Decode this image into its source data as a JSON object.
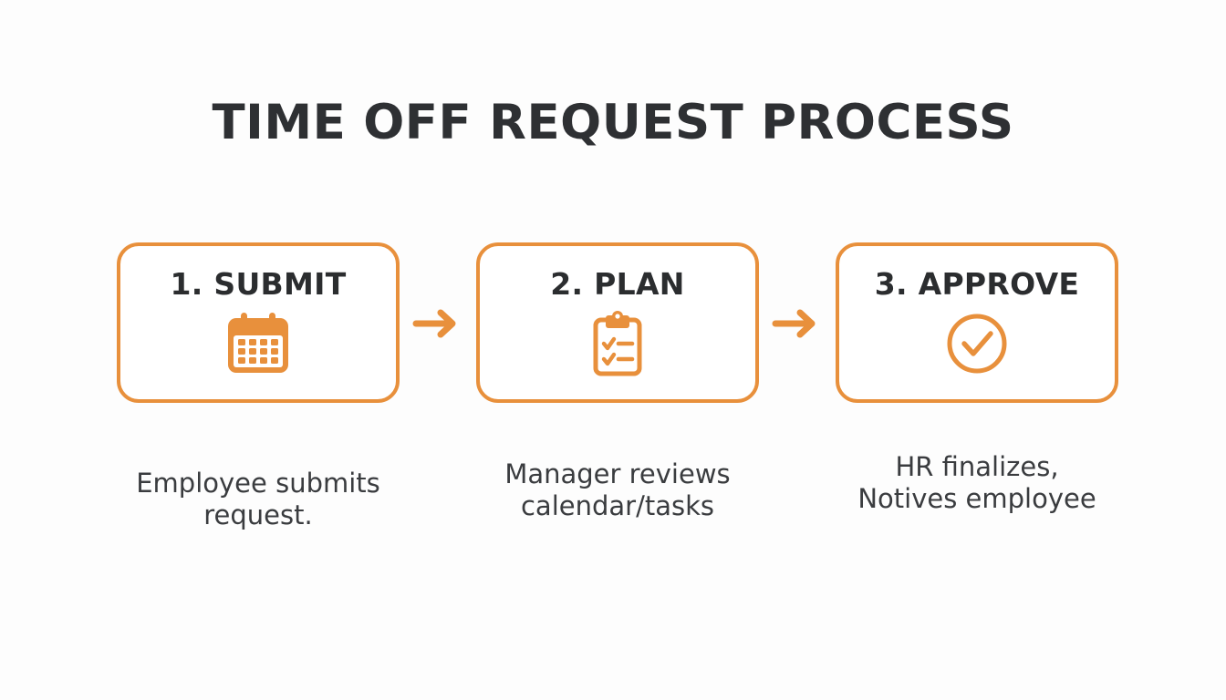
{
  "page": {
    "title": "TIME OFF REQUEST PROCESS",
    "background_color": "#fdfdfd",
    "accent_color": "#e8903c",
    "text_color": "#2e3033"
  },
  "flow": {
    "steps": [
      {
        "title": "1. SUBMIT",
        "icon": "calendar-icon",
        "caption_line1": "Employee submits",
        "caption_line2": "request."
      },
      {
        "title": "2. PLAN",
        "icon": "clipboard-checklist-icon",
        "caption_line1": "Manager reviews",
        "caption_line2": "calendar/tasks"
      },
      {
        "title": "3. APPROVE",
        "icon": "check-circle-icon",
        "caption_line1": "HR finalizes,",
        "caption_line2": "Notives employee"
      }
    ],
    "connectors": [
      {
        "icon": "arrow-right-icon"
      },
      {
        "icon": "arrow-right-icon"
      }
    ]
  }
}
